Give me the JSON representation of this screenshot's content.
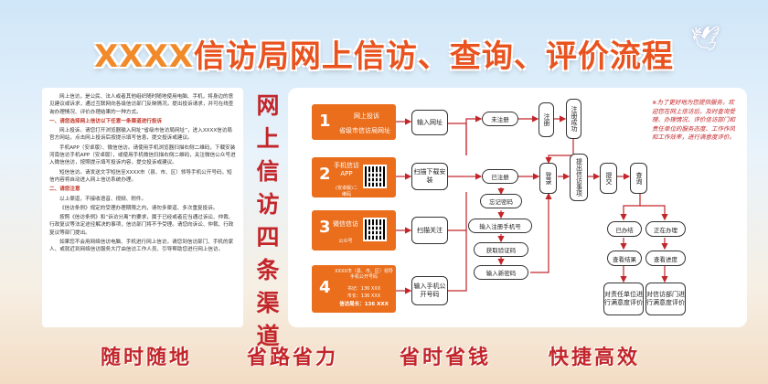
{
  "title_prefix": "XXXX",
  "title_main": "信访局网上信访、查询、评价流程",
  "left_text": {
    "intro": "网上信访，是公民、法人或者其他组织随时随地使用电脑、手机，将身边的意见建议或诉求，通过互联网向各级信访部门反映情况，提出投诉请求，并可在线查询办理情况、评价办理结果的一种方式。",
    "h1": "一、请您选择网上信访以下任意一条渠道进行投诉",
    "p1": "网上投诉。请您打开浏览器输入网址“省级市信访局网址”，进入XXXX信访局官方网站，点击网上投诉后按提示填写信息，提交投诉或建议。",
    "p2": "手机APP（安卓版）、微信信访。请使用手机浏览器扫描右侧二维码，下载安装河南信访手机APP（安卓版），或使用手机微信扫描右侧二维码，关注微信公众号进入微信信访，按照提示填写投诉内容，提交投诉或建议。",
    "p3": "短信信访。请发送文字短信至XXXX市（县、市、区）领导手机公开号码，短信内容将自动进入网上信访系统办理。",
    "h2": "二、请您注意",
    "n1": "以上渠道，不接收语音、视频、附件。",
    "n2": "《信访条例》规定的受理办理期限之内，请勿多渠道、多次重复投诉。",
    "n3": "按照《信访条例》和“诉访分离”的要求，属于已经或者应当通过诉讼、仲裁、行政复议等法定途径解决的事项，信访部门将不予受理。请您向诉讼、仲裁、行政复议等部门提出。",
    "n4": "如果您不会用网络信访电脑、手机进行网上信访，请您到信访部门、手机的家人、或就近到网络信访服务大厅由信访工作人员、引导帮助您进行网上信访。"
  },
  "vertical_title": [
    "网",
    "上",
    "信",
    "访",
    "四",
    "条",
    "渠",
    "道"
  ],
  "channels": [
    {
      "num": "1",
      "label": "网上投诉",
      "sub": "省级市信访局网址"
    },
    {
      "num": "2",
      "label": "手机信访APP",
      "sub": "(安卓版)二维码"
    },
    {
      "num": "3",
      "label": "微信信访",
      "sub": "公众号"
    },
    {
      "num": "4",
      "label": "XXXX市（县、市、区）领导手机公开号码",
      "lines": [
        "书记：136 XXX",
        "市长：136 XXX",
        "信访局长：136 XXX"
      ]
    }
  ],
  "steps": {
    "input_url": "输入网址",
    "scan_download": "扫描下载安装",
    "scan_follow": "扫描关注",
    "input_phone": "输入手机公开号码",
    "not_registered": "未注册",
    "registered": "已注册",
    "forgot_pw": "忘记密码",
    "enter_phone": "输入注册手机号",
    "get_code": "获取验证码",
    "new_pw": "输入新密码",
    "register": "注册",
    "reg_success": "注册成功",
    "login": "登录",
    "submit_matter": "提出信访事项",
    "submit": "提交",
    "query": "查询",
    "done": "已办结",
    "in_progress": "正在办理",
    "view_result": "查看结果",
    "view_progress": "查看进度",
    "eval_unit": "对责任单位进行满意度评价",
    "eval_dept": "对信访部门进行满意度评价"
  },
  "tip": "※为了更好地为您提供服务，欢迎您在网上信访后，及时查询受理、办理情况、评价信访部门和责任单位的服务态度、工作作风和工作效率，进行满意度评价。",
  "slogans": [
    "随时随地",
    "省路省力",
    "省时省钱",
    "快捷高效"
  ],
  "colors": {
    "accent": "#ea6e1c",
    "title": "#e8531f",
    "red": "#c2262a"
  }
}
